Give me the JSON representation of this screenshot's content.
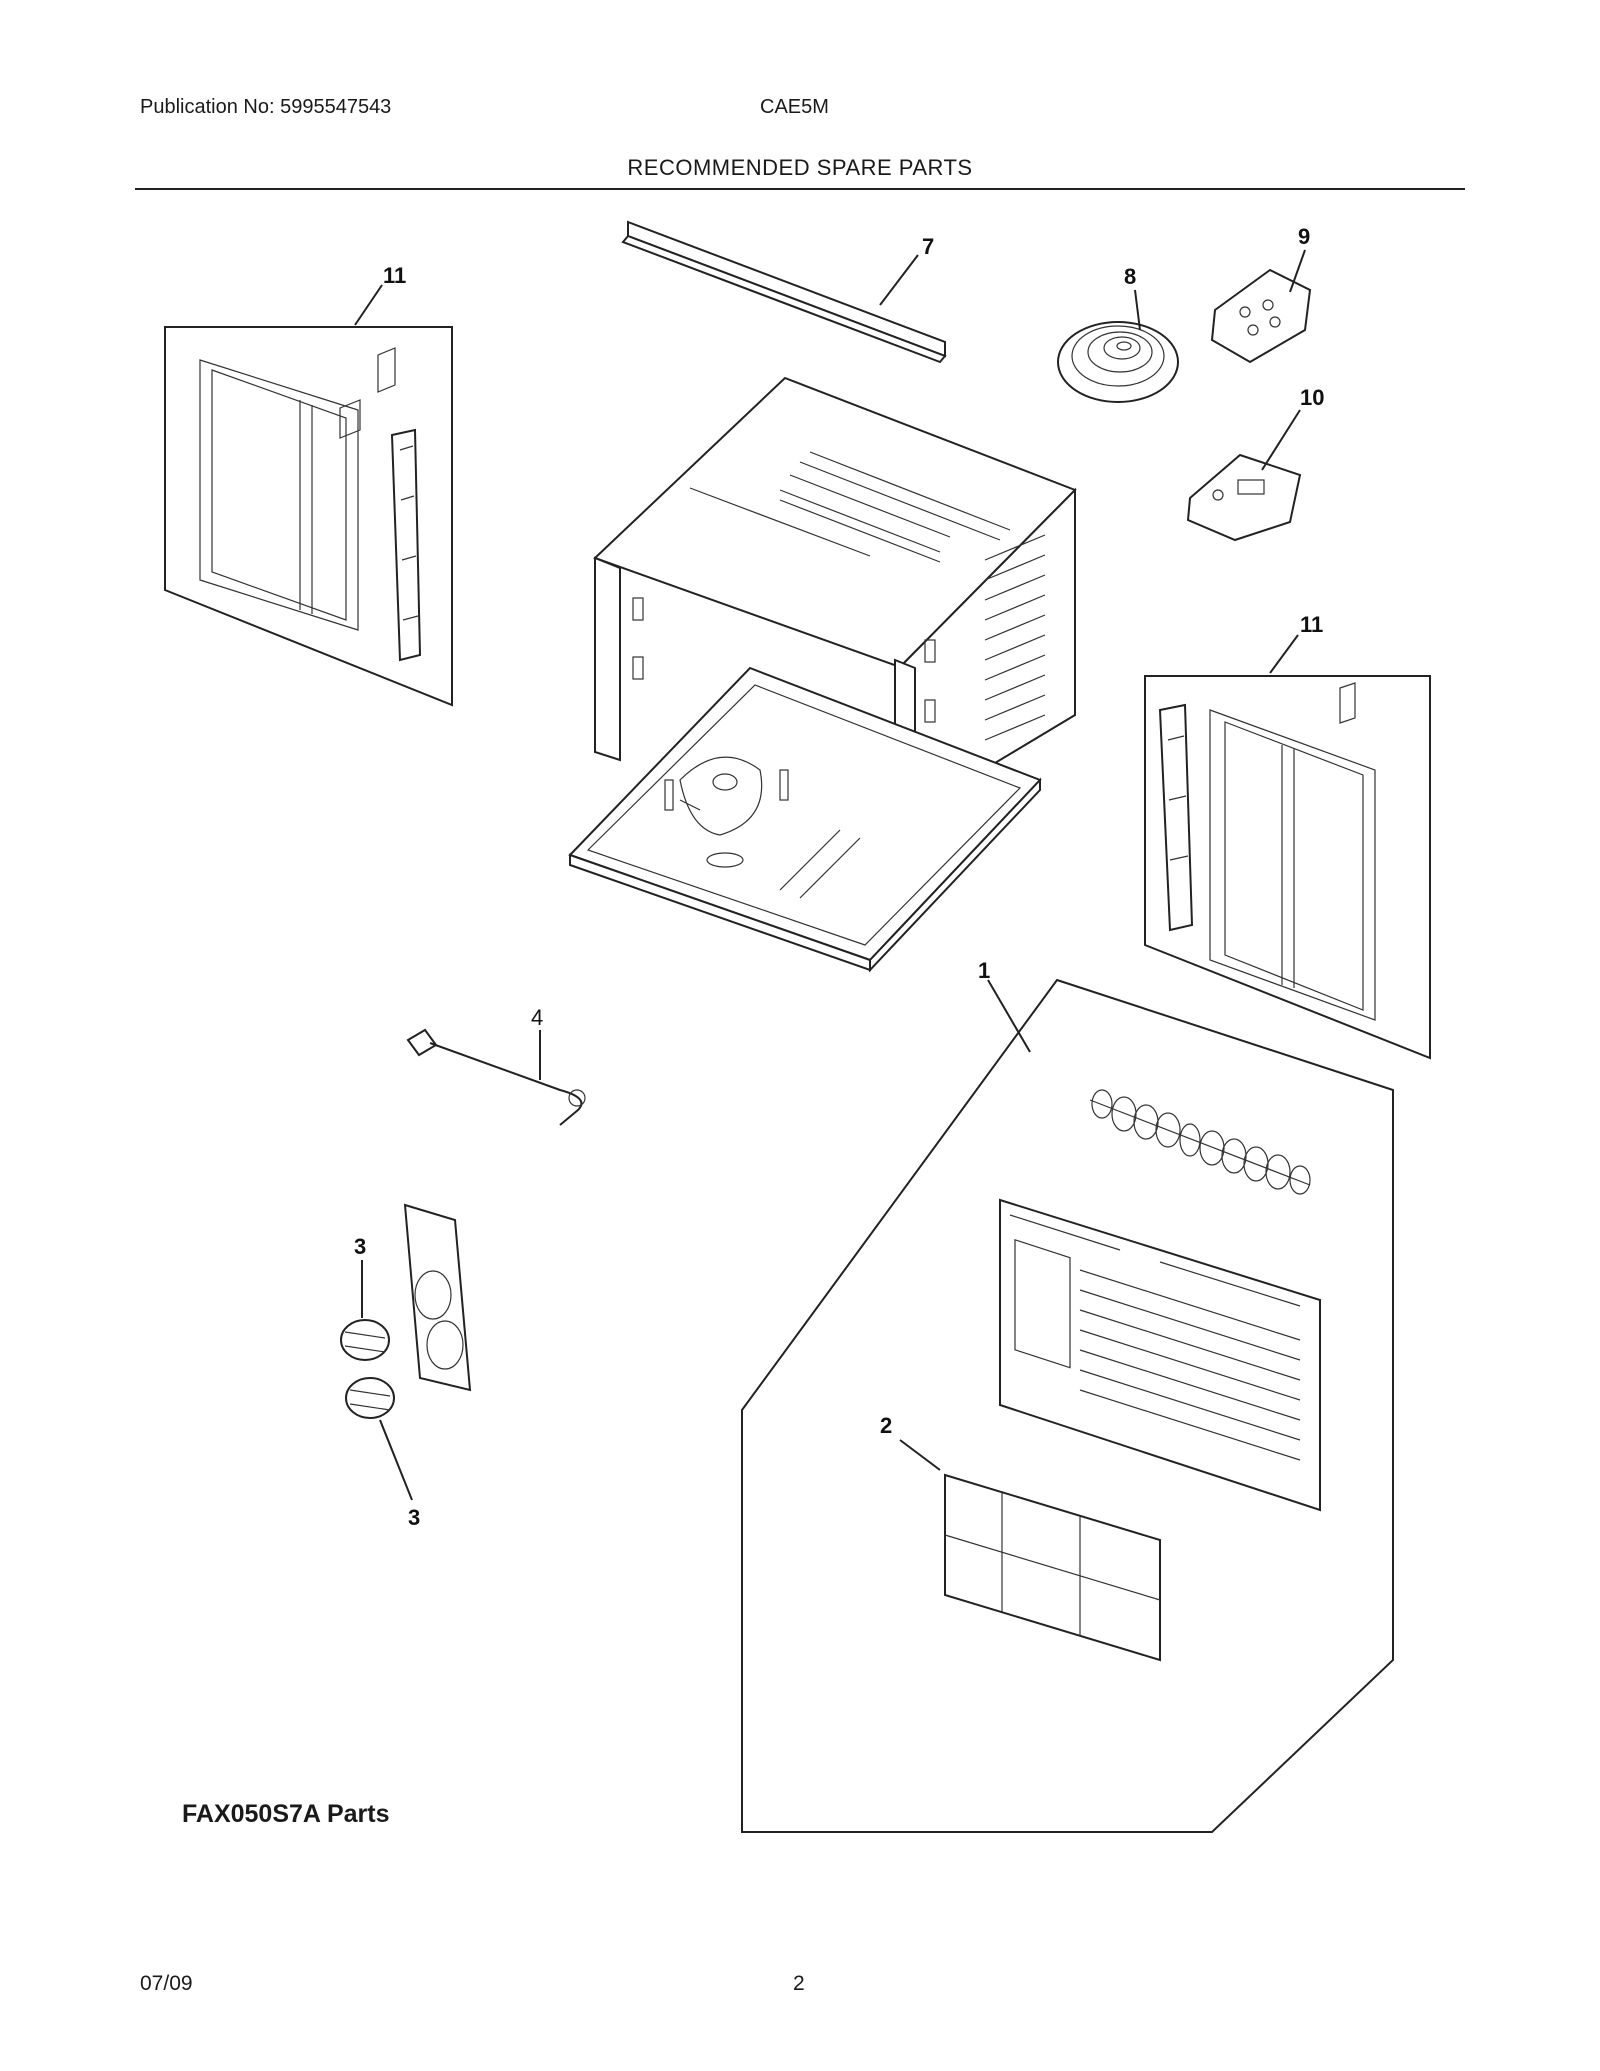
{
  "header": {
    "publication": "Publication No: 5995547543",
    "model": "CAE5M",
    "title": "RECOMMENDED SPARE PARTS"
  },
  "callouts": {
    "p1": "1",
    "p2": "2",
    "p3a": "3",
    "p3b": "3",
    "p4": "4",
    "p7": "7",
    "p8": "8",
    "p9": "9",
    "p10": "10",
    "p11a": "11",
    "p11b": "11"
  },
  "kit_label": "FAX050S7A Parts",
  "footer": {
    "date": "07/09",
    "page": "2"
  },
  "colors": {
    "ink": "#222222",
    "paper": "#ffffff"
  }
}
